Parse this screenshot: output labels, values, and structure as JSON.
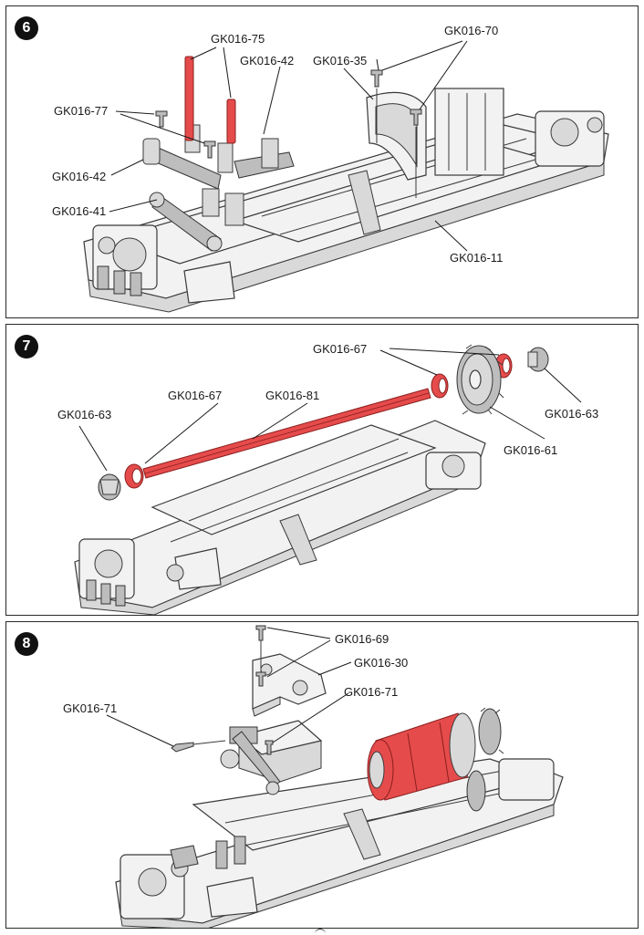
{
  "steps": [
    {
      "number": "6",
      "labels": {
        "l75": "GK016-75",
        "l42a": "GK016-42",
        "l35": "GK016-35",
        "l70": "GK016-70",
        "l77": "GK016-77",
        "l42b": "GK016-42",
        "l41": "GK016-41",
        "l11": "GK016-11"
      }
    },
    {
      "number": "7",
      "labels": {
        "l67a": "GK016-67",
        "l67b": "GK016-67",
        "l81": "GK016-81",
        "l63a": "GK016-63",
        "l63b": "GK016-63",
        "l61": "GK016-61"
      }
    },
    {
      "number": "8",
      "labels": {
        "l69": "GK016-69",
        "l30": "GK016-30",
        "l71a": "GK016-71",
        "l71b": "GK016-71"
      }
    }
  ],
  "colors": {
    "highlight": "#e64b4b",
    "outline": "#3a3a3a",
    "part_fill": "#f2f2f2"
  }
}
